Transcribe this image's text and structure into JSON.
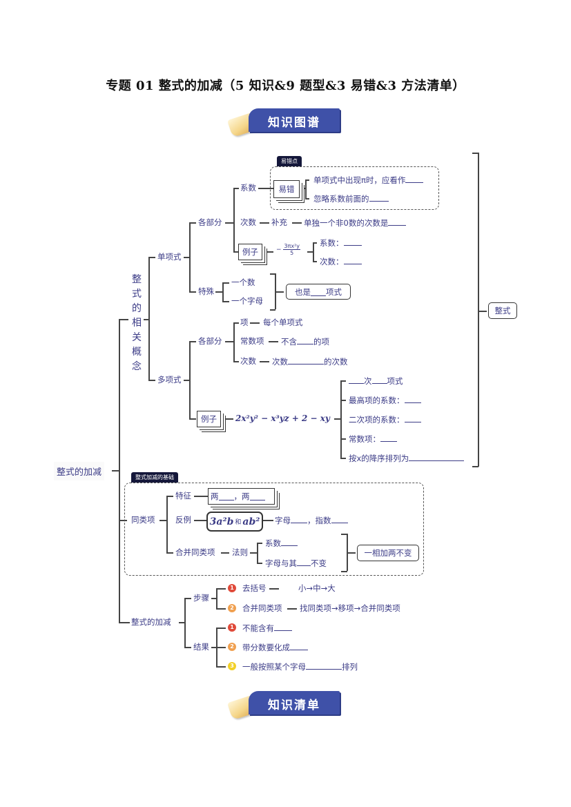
{
  "title": "专题 01  整式的加减（5 知识&9 题型&3 易错&3 方法清单）",
  "banners": {
    "knowledge_map": "知识图谱",
    "knowledge_list": "知识清单"
  },
  "mindmap": {
    "root": "整式的加减",
    "branch_concepts": {
      "label_chars": [
        "整",
        "式",
        "的",
        "相",
        "关",
        "概",
        "念"
      ],
      "monomial": {
        "label": "单项式",
        "parts": {
          "label": "各部分",
          "coefficient": {
            "label": "系数",
            "error_tag": "易错点",
            "error_box": "易错",
            "errors": [
              "单项式中出现π时，应看作",
              "忽略系数前面的"
            ]
          },
          "degree": {
            "label": "次数",
            "supplement": "补充",
            "note": "单独一个非0数的次数是"
          },
          "example": {
            "label": "例子",
            "expr_numerator": "3πx²y",
            "expr_denominator": "5",
            "expr_sign": "−",
            "questions": [
              "系数：",
              "次数："
            ]
          }
        },
        "special": {
          "label": "特殊",
          "items": [
            "一个数",
            "一个字母"
          ],
          "result_prefix": "也是",
          "result_suffix": "项式"
        }
      },
      "polynomial": {
        "label": "多项式",
        "parts": {
          "label": "各部分",
          "term": {
            "label": "项",
            "desc": "每个单项式"
          },
          "constant": {
            "label": "常数项",
            "desc_prefix": "不含",
            "desc_suffix": "的项"
          },
          "degree": {
            "label": "次数",
            "desc_prefix": "次数",
            "desc_suffix": "的次数"
          }
        },
        "example": {
          "label": "例子",
          "expr": "2x²y² − x³yz + 2 − xy",
          "questions": [
            {
              "prefix": "",
              "mid": "次",
              "suffix": "项式"
            },
            {
              "prefix": "最高项的系数："
            },
            {
              "prefix": "二次项的系数："
            },
            {
              "prefix": "常数项："
            },
            {
              "prefix": "按x的降序排列为"
            }
          ]
        }
      },
      "summary_box": "整式"
    },
    "branch_like_terms": {
      "tag": "整式加减的基础",
      "label": "同类项",
      "feature": {
        "label": "特征",
        "text_a": "两",
        "text_b": "，两"
      },
      "counter_example": {
        "label": "反例",
        "expr_a": "3a²b",
        "conj": "和",
        "expr_b": "ab²",
        "desc_a": "字母",
        "desc_b": "，指数"
      },
      "combine": {
        "label": "合并同类项",
        "rule": "法则",
        "items": [
          {
            "prefix": "系数",
            "suffix": ""
          },
          {
            "prefix": "字母与其",
            "suffix": "不变"
          }
        ],
        "summary": "一相加两不变"
      }
    },
    "branch_add_sub": {
      "label": "整式的加减",
      "steps": {
        "label": "步骤",
        "items": [
          {
            "num": "1",
            "color": "#e04a3a",
            "text": "去括号",
            "detail": "小→中→大"
          },
          {
            "num": "2",
            "color": "#f0a050",
            "text": "合并同类项",
            "detail": "找同类项→移项→合并同类项"
          }
        ]
      },
      "result": {
        "label": "结果",
        "items": [
          {
            "num": "1",
            "color": "#e04a3a",
            "prefix": "不能含有",
            "suffix": ""
          },
          {
            "num": "2",
            "color": "#f0a050",
            "prefix": "带分数要化成",
            "suffix": ""
          },
          {
            "num": "3",
            "color": "#f2d028",
            "prefix": "一般按照某个字母",
            "suffix": "排列"
          }
        ]
      }
    }
  }
}
